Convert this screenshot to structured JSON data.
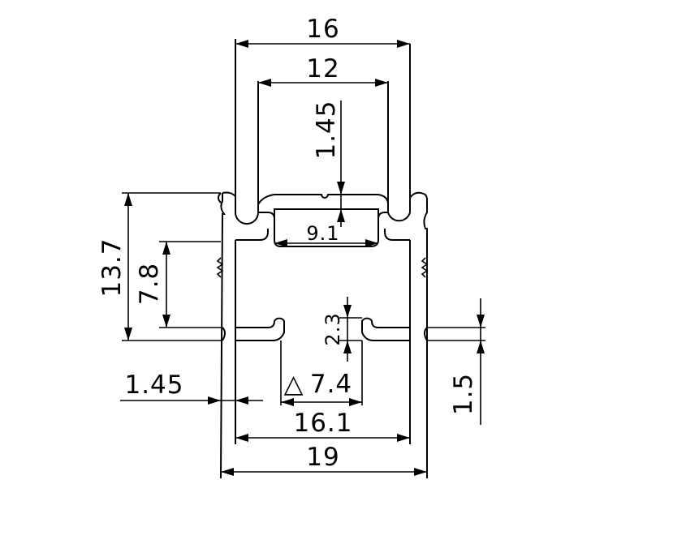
{
  "drawing": {
    "line_color": "#000000",
    "background": "#ffffff",
    "dimensions": {
      "top_outer_width": "16",
      "top_inner_width": "12",
      "top_wall_thickness": "1.45",
      "channel_width": "9.1",
      "total_height": "13.7",
      "body_height": "7.8",
      "slot_height": "2.3",
      "side_wall_thickness": "1.45",
      "base_thickness": "1.5",
      "slot_width_triangle": "△",
      "slot_width_value": "7.4",
      "inner_width": "16.1",
      "outer_width": "19"
    }
  }
}
